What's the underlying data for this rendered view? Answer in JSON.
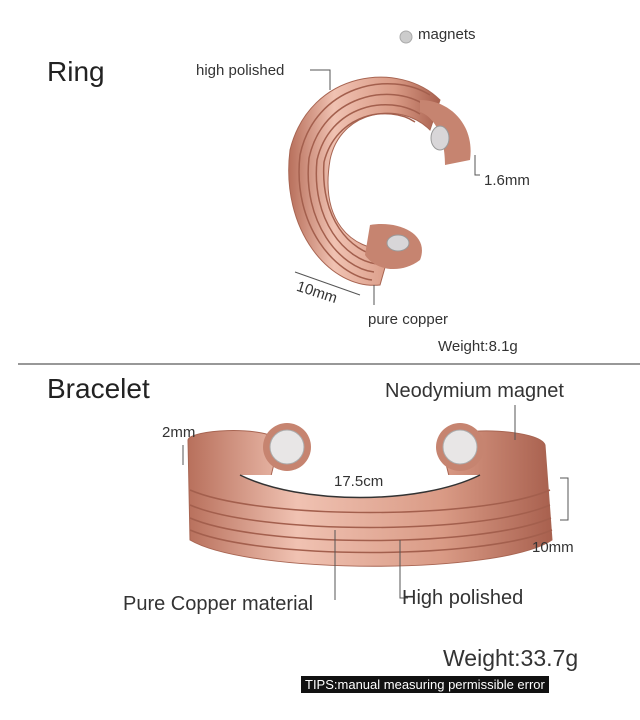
{
  "ring": {
    "title": "Ring",
    "legend": "magnets",
    "high_polished": "high polished",
    "thickness": "1.6mm",
    "width": "10mm",
    "material": "pure copper",
    "weight": "Weight:8.1g"
  },
  "bracelet": {
    "title": "Bracelet",
    "magnet": "Neodymium magnet",
    "thickness": "2mm",
    "diameter": "17.5cm",
    "width": "10mm",
    "material": "Pure Copper material",
    "high_polished": "High polished",
    "weight": "Weight:33.7g",
    "tips": "TIPS:manual measuring permissible error"
  },
  "colors": {
    "copper": "#d99a85",
    "copper_dark": "#b06c58",
    "copper_light": "#f2c6b6"
  }
}
